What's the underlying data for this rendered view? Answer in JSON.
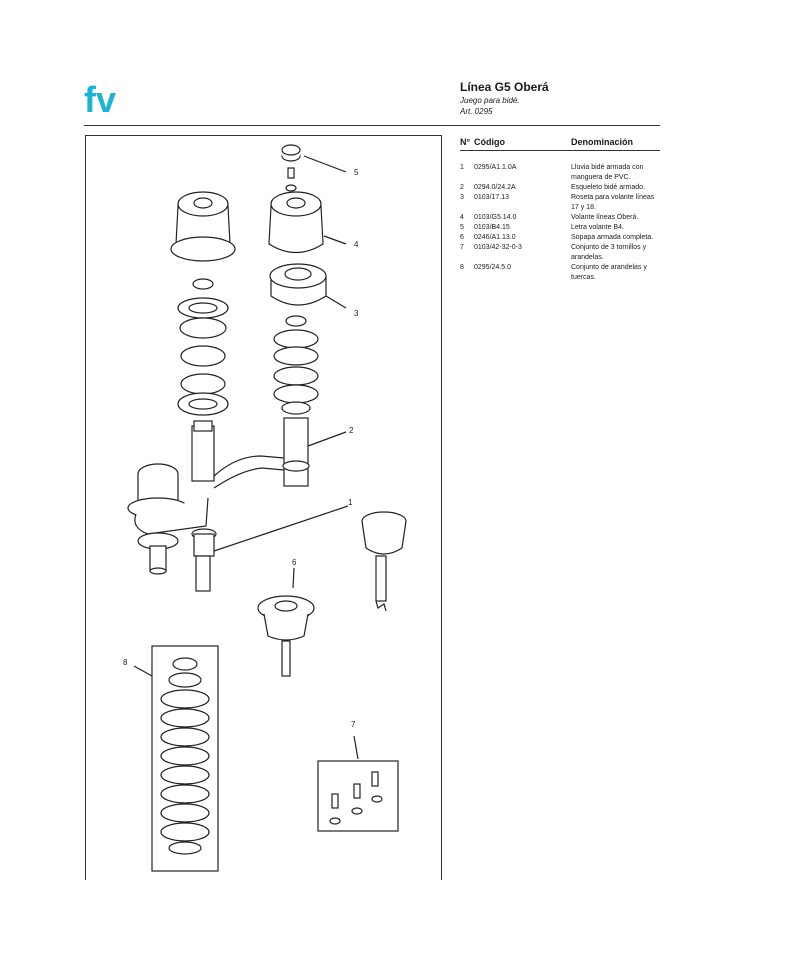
{
  "header": {
    "logo_text": "fv",
    "title": "Línea G5 Oberá",
    "subtitle": "Juego para bidé.",
    "article": "Art. 0295"
  },
  "colors": {
    "logo": "#19b4d6",
    "line": "#333333"
  },
  "table": {
    "headers": [
      "N°",
      "Código",
      "Denominación"
    ],
    "rows": [
      {
        "num": "1",
        "code": "0295/A1.1.0A",
        "desc": "Lluvia bidé armada con manguera de PVC."
      },
      {
        "num": "2",
        "code": "0294.0/24.2A",
        "desc": "Esqueleto bidé armado."
      },
      {
        "num": "3",
        "code": "0103/17.13",
        "desc": "Roseta para volante líneas 17 y 18."
      },
      {
        "num": "4",
        "code": "0103/G5.14.0",
        "desc": "Volante líneas Oberá."
      },
      {
        "num": "5",
        "code": "0103/B4.15",
        "desc": "Letra volante B4."
      },
      {
        "num": "6",
        "code": "0246/A1.13.0",
        "desc": "Sopapa armada completa."
      },
      {
        "num": "7",
        "code": "0103/42-32-0-3",
        "desc": "Conjunto de 3 tornillos y arandelas."
      },
      {
        "num": "8",
        "code": "0295/24.5.0",
        "desc": "Conjunto de arandelas y tuercas."
      }
    ]
  },
  "diagram": {
    "callouts": [
      "1",
      "2",
      "3",
      "4",
      "5",
      "6",
      "7",
      "8"
    ]
  }
}
